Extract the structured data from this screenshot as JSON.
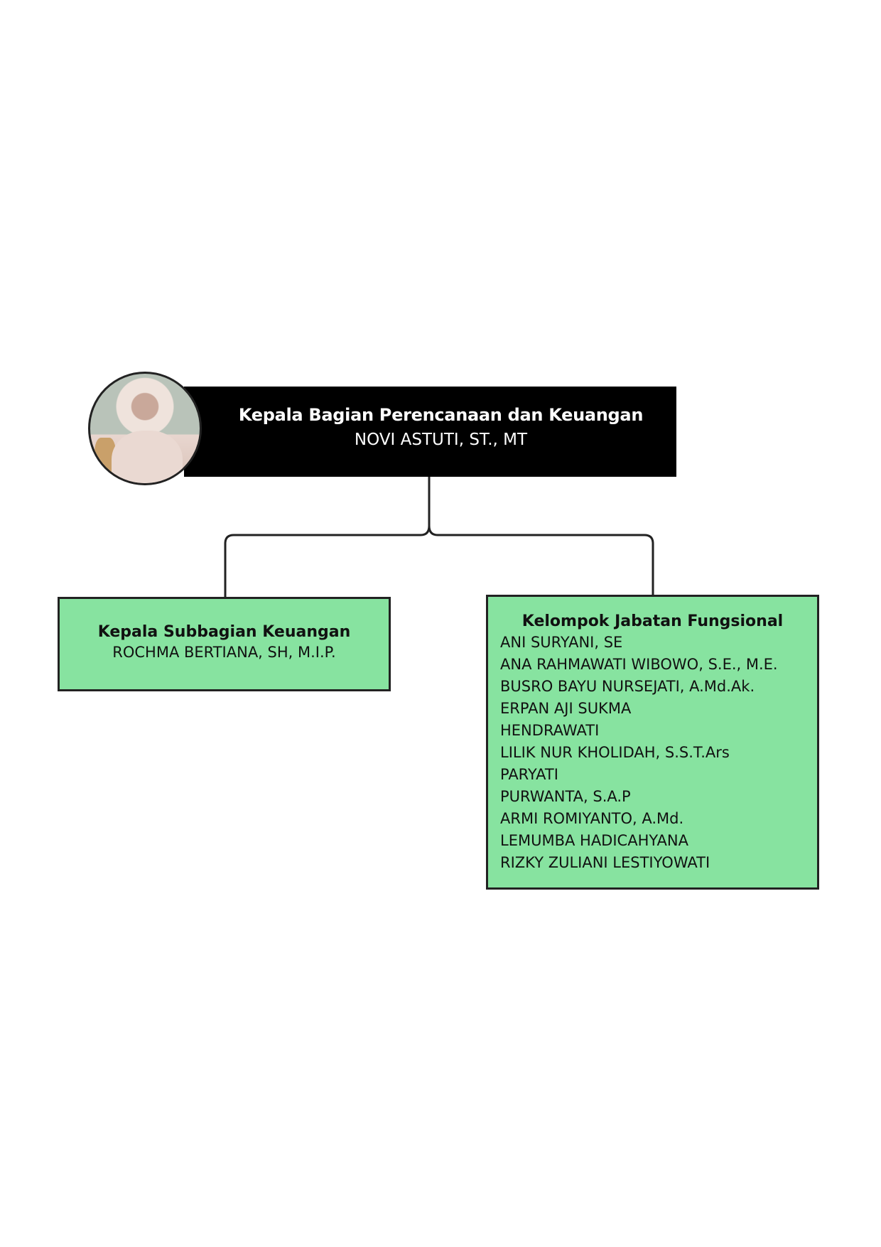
{
  "head": {
    "title": "Kepala Bagian Perencanaan dan Keuangan",
    "name": "NOVI ASTUTI, ST., MT"
  },
  "left": {
    "title": "Kepala Subbagian Keuangan",
    "name": "ROCHMA BERTIANA, SH, M.I.P."
  },
  "right": {
    "title": "Kelompok Jabatan Fungsional",
    "members": [
      "ANI SURYANI, SE",
      "ANA RAHMAWATI WIBOWO, S.E., M.E.",
      "BUSRO BAYU NURSEJATI, A.Md.Ak.",
      "ERPAN AJI SUKMA",
      "HENDRAWATI",
      "LILIK NUR KHOLIDAH, S.S.T.Ars",
      "PARYATI",
      "PURWANTA, S.A.P",
      "ARMI ROMIYANTO, A.Md.",
      "LEMUMBA HADICAHYANA",
      "RIZKY ZULIANI LESTIYOWATI"
    ]
  },
  "colors": {
    "box": "#87e3a0",
    "head": "#000000"
  }
}
